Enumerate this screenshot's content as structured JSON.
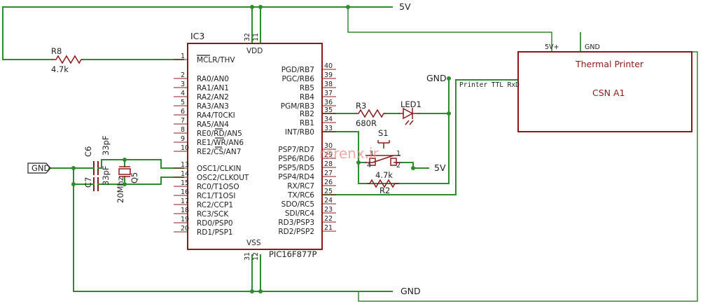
{
  "rails": {
    "vcc_top": "5V",
    "gnd_bottom": "GND",
    "gnd_right": "GND",
    "vcc_switch": "5V",
    "gnd_left": "GND"
  },
  "ic": {
    "ref": "IC3",
    "part": "PIC16F877P",
    "vdd": "VDD",
    "vss": "VSS",
    "vdd_pins": [
      "32",
      "11"
    ],
    "vss_pins": [
      "31",
      "12"
    ],
    "left_pins": [
      {
        "num": "1",
        "name": "MCLR/THV"
      },
      {
        "num": "2",
        "name": "RA0/AN0"
      },
      {
        "num": "3",
        "name": "RA1/AN1"
      },
      {
        "num": "4",
        "name": "RA2/AN2"
      },
      {
        "num": "5",
        "name": "RA3/AN3"
      },
      {
        "num": "6",
        "name": "RA4/T0CKI"
      },
      {
        "num": "7",
        "name": "RA5/AN4"
      },
      {
        "num": "8",
        "name": "RE0/RD/AN5"
      },
      {
        "num": "9",
        "name": "RE1/WR/AN6"
      },
      {
        "num": "10",
        "name": "RE2/CS/AN7"
      },
      {
        "num": "13",
        "name": "OSC1/CLKIN"
      },
      {
        "num": "14",
        "name": "OSC2/CLKOUT"
      },
      {
        "num": "15",
        "name": "RC0/T1OSO"
      },
      {
        "num": "16",
        "name": "RC1/T1OSI"
      },
      {
        "num": "17",
        "name": "RC2/CCP1"
      },
      {
        "num": "18",
        "name": "RC3/SCK"
      },
      {
        "num": "19",
        "name": "RD0/PSP0"
      },
      {
        "num": "20",
        "name": "RD1/PSP1"
      }
    ],
    "right_pins": [
      {
        "num": "40",
        "name": "PGD/RB7"
      },
      {
        "num": "39",
        "name": "PGC/RB6"
      },
      {
        "num": "38",
        "name": "RB5"
      },
      {
        "num": "37",
        "name": "RB4"
      },
      {
        "num": "36",
        "name": "PGM/RB3"
      },
      {
        "num": "35",
        "name": "RB2"
      },
      {
        "num": "34",
        "name": "RB1"
      },
      {
        "num": "33",
        "name": "INT/RB0"
      },
      {
        "num": "30",
        "name": "PSP7/RD7"
      },
      {
        "num": "29",
        "name": "PSP6/RD6"
      },
      {
        "num": "28",
        "name": "PSP5/RD5"
      },
      {
        "num": "27",
        "name": "PSP4/RD4"
      },
      {
        "num": "26",
        "name": "RX/RC7"
      },
      {
        "num": "25",
        "name": "TX/RC6"
      },
      {
        "num": "24",
        "name": "SDO/RC5"
      },
      {
        "num": "23",
        "name": "SDI/RC4"
      },
      {
        "num": "22",
        "name": "RD3/PSP3"
      },
      {
        "num": "21",
        "name": "RD2/PSP2"
      }
    ]
  },
  "components": {
    "r8": {
      "ref": "R8",
      "value": "4.7k"
    },
    "r3": {
      "ref": "R3",
      "value": "680R"
    },
    "r2": {
      "ref": "R2",
      "value": "4.7k"
    },
    "led1": {
      "ref": "LED1"
    },
    "s1": {
      "ref": "S1",
      "pins": [
        "3",
        "1",
        "4",
        "2"
      ]
    },
    "c6": {
      "ref": "C6",
      "value": "33pF"
    },
    "c7": {
      "ref": "C7",
      "value": "33pF"
    },
    "q5": {
      "ref": "Q5",
      "value": "20Mhz"
    }
  },
  "printer": {
    "title": "Thermal Printer",
    "model": "CSN A1",
    "pin_vcc": "5V+",
    "pin_gnd": "GND",
    "pin_rxd": "Printer TTL RxD"
  },
  "watermark": "rerenx.ir",
  "colors": {
    "wire": "#2e8b2e",
    "ic": "#8b1a1a",
    "watermark": "#f08c8c"
  }
}
